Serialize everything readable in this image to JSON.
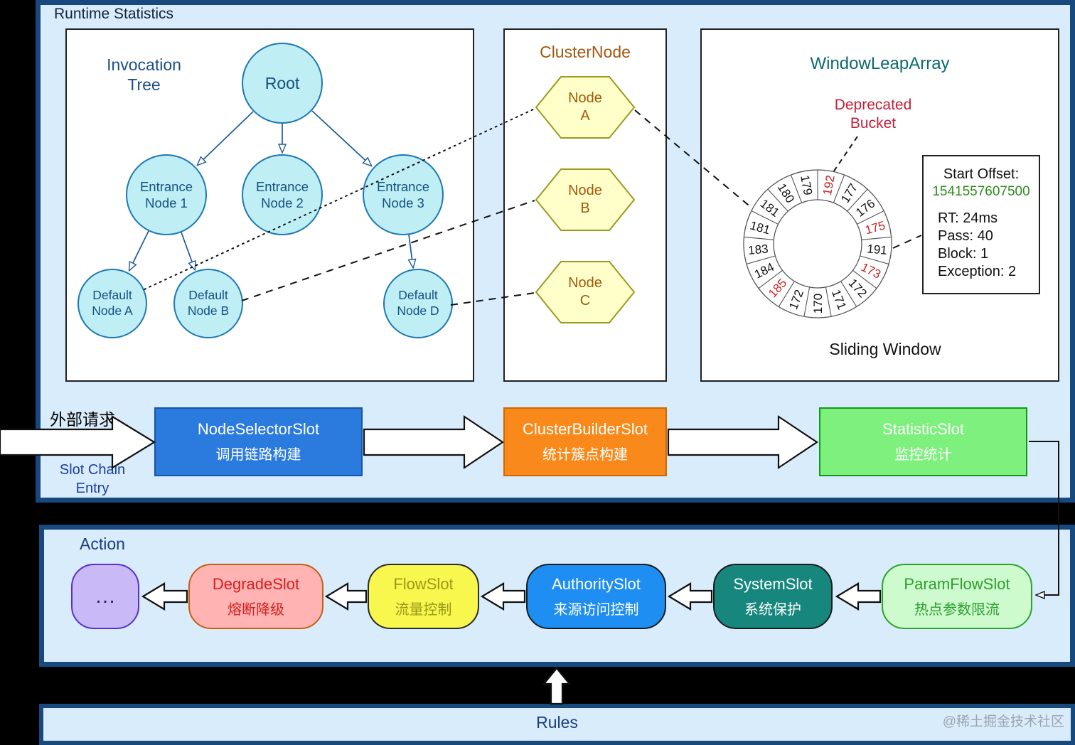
{
  "colors": {
    "page_bg": "#000000",
    "panel_bg": "#d9ecfb",
    "panel_border": "#17497f",
    "navy_text": "#1b3f7e",
    "circle_fill": "#bfeef4",
    "circle_border": "#1d78b5",
    "hex_fill": "#ffffc9",
    "hex_border": "#9a9a20",
    "cluster_text": "#a3570e",
    "window_leap_title": "#0d6a6a",
    "deprecated_red": "#c41f3a",
    "ring_red": "#cc2020",
    "offset_green": "#2e8b1e",
    "node_selector_fill": "#2b7ade",
    "cluster_builder_fill": "#f8891a",
    "statistic_fill": "#7df07d",
    "degrade_fill": "#ffb3b3",
    "degrade_text": "#d42020",
    "flow_fill": "#f7f74e",
    "flow_text": "#99991a",
    "authority_fill": "#1e8ef2",
    "system_fill": "#17877e",
    "param_fill": "#cdfbcd",
    "param_text": "#2f9e2f",
    "purple_fill": "#c9b9f6"
  },
  "runtime_panel": {
    "title": "Runtime Statistics",
    "invocation_tree": {
      "title": "Invocation Tree",
      "nodes": {
        "root": "Root",
        "entrance1": "Entrance Node 1",
        "entrance2": "Entrance Node 2",
        "entrance3": "Entrance Node 3",
        "defaultA": "Default Node A",
        "defaultB": "Default Node B",
        "defaultD": "Default Node D"
      }
    },
    "cluster_node": {
      "title": "ClusterNode",
      "nodes": [
        "Node A",
        "Node B",
        "Node C"
      ]
    },
    "window_leap_array": {
      "title": "WindowLeapArray",
      "deprecated_bucket": "Deprecated Bucket",
      "sliding_window": "Sliding Window",
      "bucket_info": {
        "start_offset_label": "Start Offset:",
        "start_offset_value": "1541557607500",
        "rt": "RT: 24ms",
        "pass": "Pass: 40",
        "block": "Block: 1",
        "exception": "Exception: 2"
      },
      "ring": {
        "segments": [
          {
            "label": "192",
            "deprecated": true
          },
          {
            "label": "177",
            "deprecated": false
          },
          {
            "label": "176",
            "deprecated": false
          },
          {
            "label": "175",
            "deprecated": true
          },
          {
            "label": "191",
            "deprecated": false
          },
          {
            "label": "173",
            "deprecated": true
          },
          {
            "label": "172",
            "deprecated": false
          },
          {
            "label": "171",
            "deprecated": false
          },
          {
            "label": "170",
            "deprecated": false
          },
          {
            "label": "172",
            "deprecated": false
          },
          {
            "label": "185",
            "deprecated": true
          },
          {
            "label": "184",
            "deprecated": false
          },
          {
            "label": "183",
            "deprecated": false
          },
          {
            "label": "181",
            "deprecated": false
          },
          {
            "label": "181",
            "deprecated": false
          },
          {
            "label": "180",
            "deprecated": false
          },
          {
            "label": "179",
            "deprecated": false
          }
        ]
      }
    }
  },
  "slot_chain": {
    "external_request": "外部请求",
    "entry_label": "Slot Chain Entry",
    "slots": [
      {
        "name": "NodeSelectorSlot",
        "desc": "调用链路构建"
      },
      {
        "name": "ClusterBuilderSlot",
        "desc": "统计簇点构建"
      },
      {
        "name": "StatisticSlot",
        "desc": "监控统计"
      }
    ]
  },
  "action_panel": {
    "title": "Action",
    "slots": [
      {
        "name": "…",
        "desc": ""
      },
      {
        "name": "DegradeSlot",
        "desc": "熔断降级"
      },
      {
        "name": "FlowSlot",
        "desc": "流量控制"
      },
      {
        "name": "AuthoritySlot",
        "desc": "来源访问控制"
      },
      {
        "name": "SystemSlot",
        "desc": "系统保护"
      },
      {
        "name": "ParamFlowSlot",
        "desc": "热点参数限流"
      }
    ]
  },
  "rules_bar": {
    "title": "Rules"
  },
  "watermark": "@稀土掘金技术社区"
}
